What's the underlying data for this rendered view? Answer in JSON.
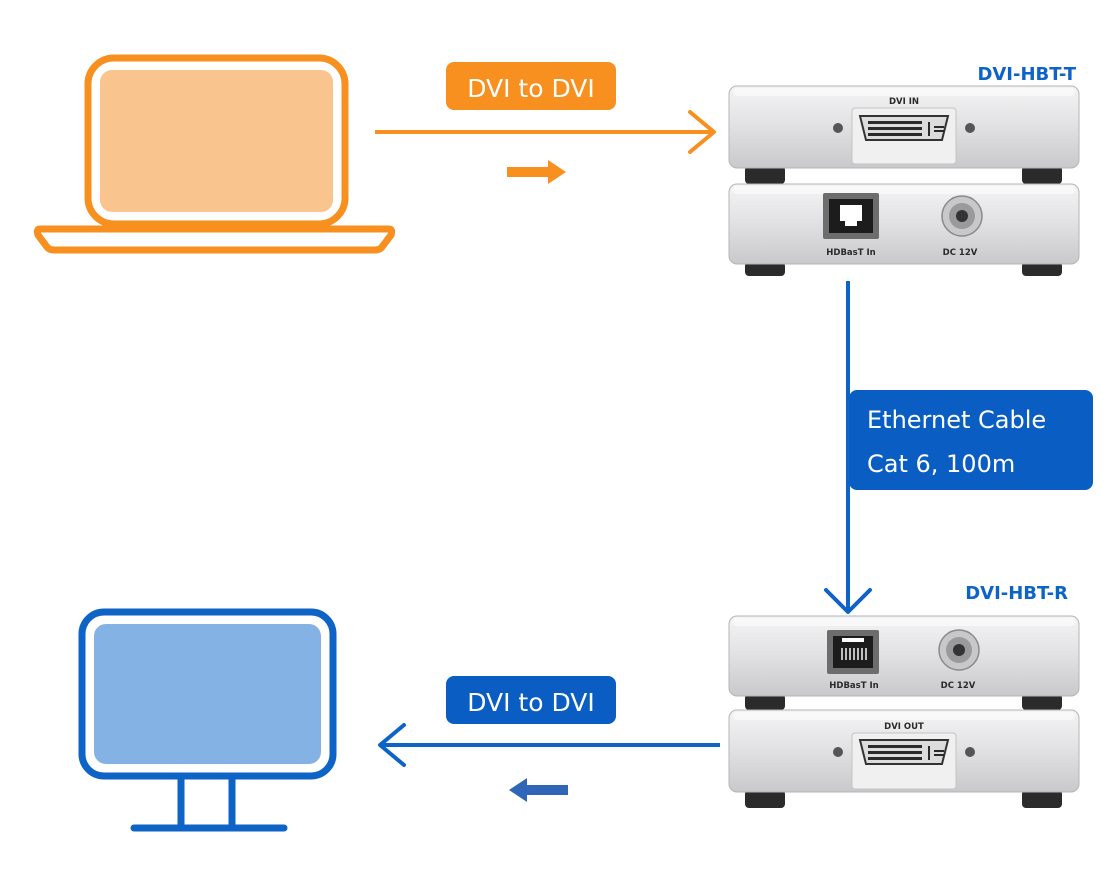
{
  "colors": {
    "orange": "#F7901E",
    "orange_fill": "#FAC48F",
    "blue": "#0D63C6",
    "blue_fill": "#84B2E4",
    "badge_blue": "#0A5DC2",
    "small_arrow_blue": "#2F66B8"
  },
  "icons": {
    "source": "laptop-icon",
    "display": "monitor-icon"
  },
  "transmitter": {
    "name": "DVI-HBT-T",
    "front_port": "DVI IN",
    "rear_left_port": "HDBasT In",
    "rear_right_port": "DC 12V"
  },
  "receiver": {
    "name": "DVI-HBT-R",
    "front_port": "DVI OUT",
    "rear_left_port": "HDBasT In",
    "rear_right_port": "DC 12V"
  },
  "links": {
    "input": "DVI to DVI",
    "output": "DVI to DVI",
    "cable_line1": "Ethernet Cable",
    "cable_line2": "Cat 6, 100m"
  }
}
